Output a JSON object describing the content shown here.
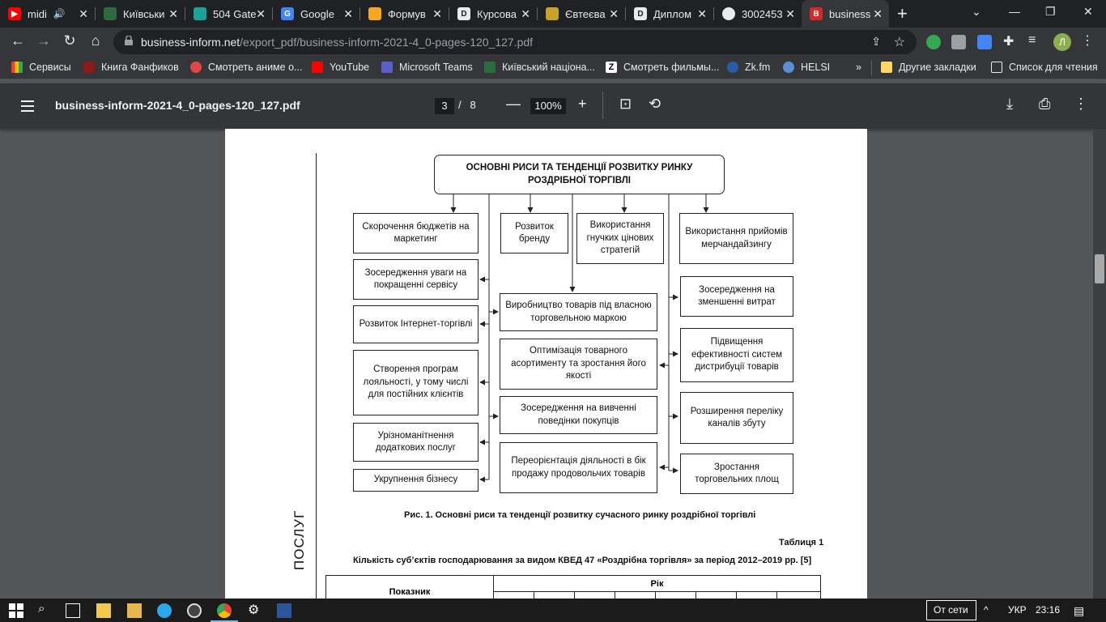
{
  "browser": {
    "tabs": [
      {
        "label": "midi",
        "icon": "youtube-icon"
      },
      {
        "label": "Київськи",
        "icon": "university-icon"
      },
      {
        "label": "504 Gate",
        "icon": "site-icon"
      },
      {
        "label": "Google",
        "icon": "google-translate-icon"
      },
      {
        "label": "Формув",
        "icon": "document-icon"
      },
      {
        "label": "Курсова",
        "icon": "d-letter-icon"
      },
      {
        "label": "Євтеєва",
        "icon": "shield-icon"
      },
      {
        "label": "Диплом",
        "icon": "d-letter-icon"
      },
      {
        "label": "3002453",
        "icon": "globe-icon"
      },
      {
        "label": "business",
        "icon": "pdf-icon"
      }
    ],
    "url_host": "business-inform.net",
    "url_path": "/export_pdf/business-inform-2021-4_0-pages-120_127.pdf",
    "profile_initial": "Л",
    "bookmarks": [
      {
        "label": "Сервисы"
      },
      {
        "label": "Книга Фанфиков"
      },
      {
        "label": "Смотреть аниме о..."
      },
      {
        "label": "YouTube"
      },
      {
        "label": "Microsoft Teams"
      },
      {
        "label": "Київський націона..."
      },
      {
        "label": "Смотреть фильмы..."
      },
      {
        "label": "Zk.fm"
      },
      {
        "label": "HELSI"
      }
    ],
    "bookmarks_overflow": "»",
    "other_bookmarks": "Другие закладки",
    "reading_list": "Список для чтения"
  },
  "pdf_viewer": {
    "title": "business-inform-2021-4_0-pages-120_127.pdf",
    "page_current": "3",
    "page_separator": "/",
    "page_total": "8",
    "zoom": "100%"
  },
  "document": {
    "diagram_title": "ОСНОВНІ РИСИ ТА ТЕНДЕНЦІЇ РОЗВИТКУ РИНКУ РОЗДРІБНОЇ ТОРГІВЛІ",
    "top_row": [
      "Скорочення бюджетів на маркетинг",
      "Розвиток бренду",
      "Використання гнучких цінових стратегій",
      "Використання прийомів мерчандайзингу"
    ],
    "left_column": [
      "Зосередження уваги на покращенні сервісу",
      "Розвиток Інтернет-торгівлі",
      "Створення програм лояльності, у тому числі для постійних клієнтів",
      "Урізноманітнення додаткових послуг",
      "Укрупнення бізнесу"
    ],
    "center_column": [
      "Виробництво товарів під власною торговельною маркою",
      "Оптимізація товарного асортименту та зростання його якості",
      "Зосередження на вивченні поведінки покупців",
      "Переорієнтація діяльності в бік продажу продовольчих товарів"
    ],
    "right_column": [
      "Зосередження на зменшенні витрат",
      "Підвищення ефективності систем дистрибуції товарів",
      "Розширення переліку каналів збуту",
      "Зростання торговельних площ"
    ],
    "figure_caption": "Рис. 1. Основні риси та тенденції розвитку сучасного ринку роздрібної торгівлі",
    "table_label": "Таблиця 1",
    "table_caption": "Кількість суб’єктів господарювання за видом КВЕД 47 «Роздрібна торгівля» за період 2012–2019 рр. [5]",
    "table_header_indicator": "Показник",
    "table_header_year": "Рік",
    "side_text": "ПОСЛУГ"
  },
  "taskbar": {
    "network": "От сети",
    "language": "УКР",
    "time": "23:16"
  }
}
